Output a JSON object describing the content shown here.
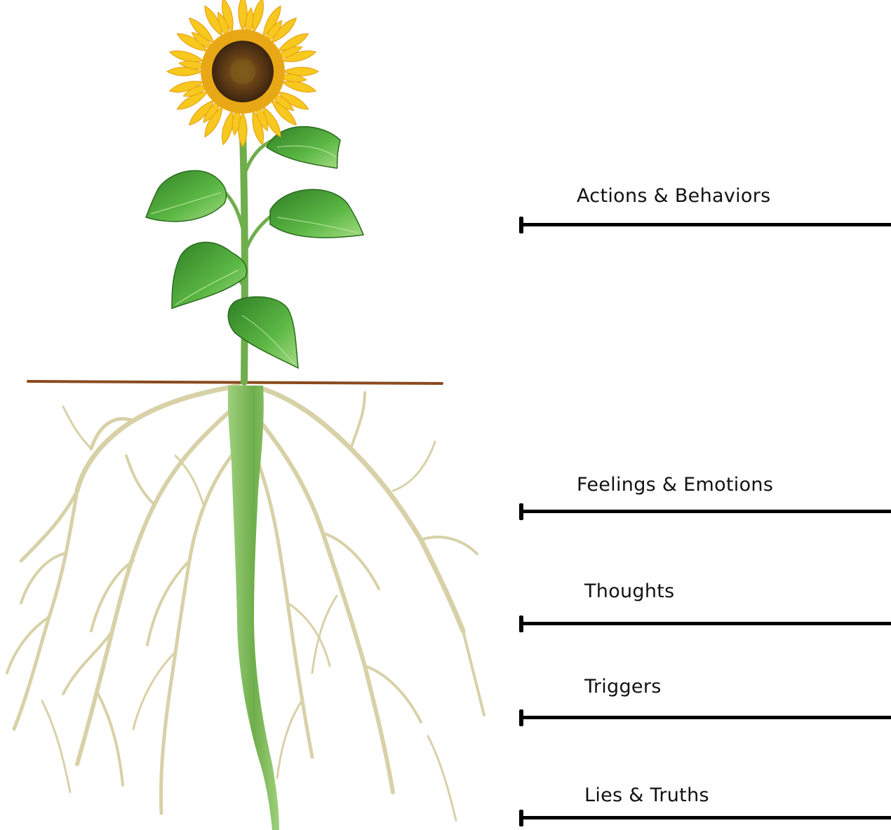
{
  "illustration": {
    "flower": "sunflower",
    "ground_line_color": "#8a4a1f",
    "stem_color": "#7fb65a",
    "root_color": "#d6cfa4",
    "leaf_color": "#3f9a32",
    "petal_color": "#f7c81e",
    "center_color": "#5a3515"
  },
  "labels": [
    {
      "id": "actions",
      "text": "Actions & Behaviors"
    },
    {
      "id": "feelings",
      "text": "Feelings & Emotions"
    },
    {
      "id": "thoughts",
      "text": "Thoughts"
    },
    {
      "id": "triggers",
      "text": "Triggers"
    },
    {
      "id": "lies",
      "text": "Lies & Truths"
    }
  ]
}
